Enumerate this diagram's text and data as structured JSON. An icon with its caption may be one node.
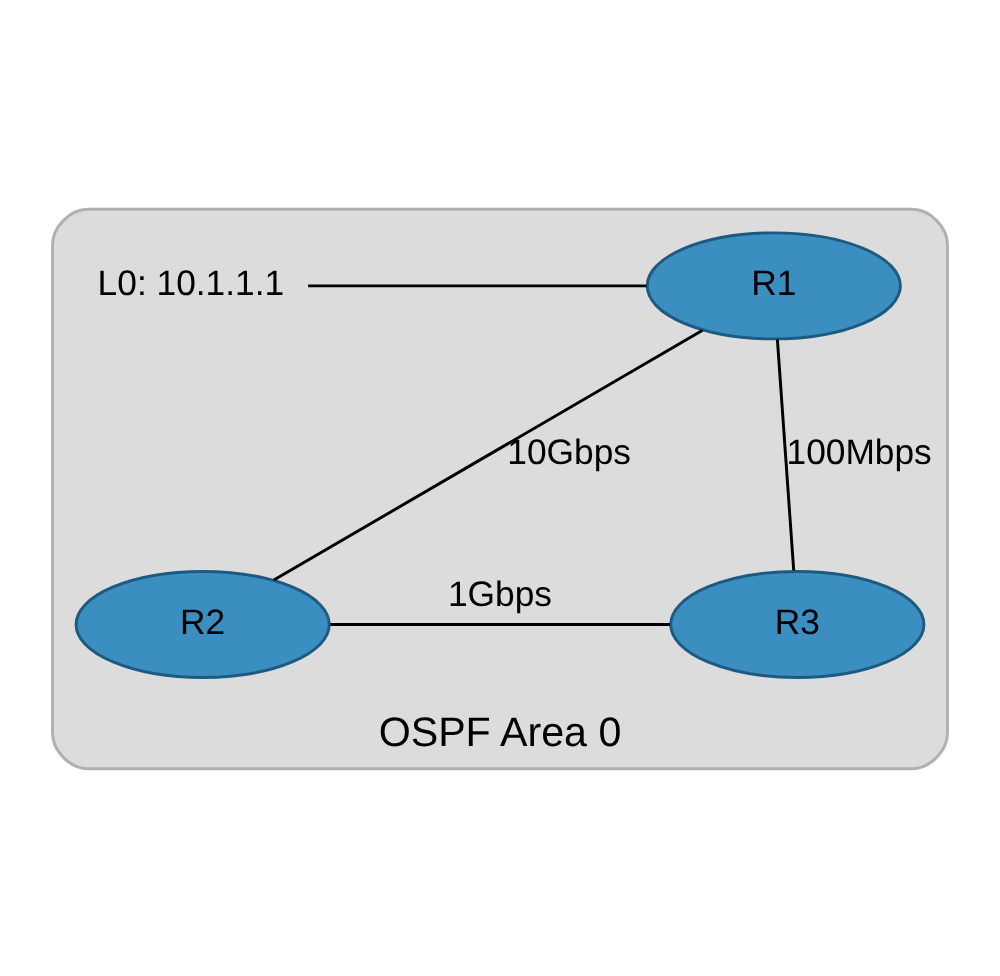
{
  "diagram": {
    "nodes": [
      {
        "text": [
          "OSPF Area 0"
        ]
      },
      {
        "text": [
          "L0: 10.1.1.1"
        ],
        "in": 0
      },
      {
        "text": [
          "R1"
        ],
        "in": 0
      },
      {
        "text": [
          "R2"
        ],
        "in": 0
      },
      {
        "text": [
          "R3"
        ],
        "in": 0
      }
    ],
    "edges": [
      {
        "from": 1,
        "to": 2,
        "arrow": "none"
      },
      {
        "from": 2,
        "to": 3,
        "arrow": "none",
        "label": "10Gbps"
      },
      {
        "from": 2,
        "to": 4,
        "arrow": "none",
        "label": "100Mbps"
      },
      {
        "from": 3,
        "to": 4,
        "arrow": "none",
        "label": "1Gbps"
      }
    ]
  }
}
